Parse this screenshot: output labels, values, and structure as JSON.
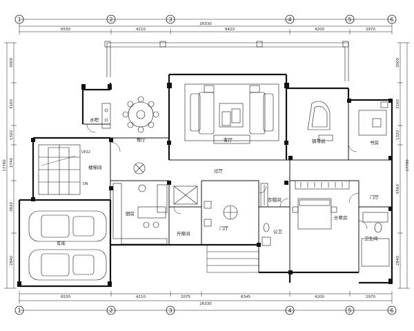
{
  "axes_top": [
    "1",
    "2",
    "3",
    "4",
    "5",
    "6"
  ],
  "axes_bottom": [
    "1",
    "2",
    "3",
    "4",
    "5",
    "6"
  ],
  "dims_top": {
    "total": "26330",
    "segments": [
      "6530",
      "4210",
      "8420",
      "4200",
      "2970"
    ]
  },
  "dims_bottom": {
    "total": "26330",
    "segments": [
      "6530",
      "4210",
      "2075",
      "6345",
      "4200",
      "2970"
    ]
  },
  "dims_left": {
    "upper": "3000",
    "mid_a": "3160",
    "mid_b": "1320",
    "mid_c": "2740",
    "lower_a": "3820",
    "lower_b": "2840",
    "overall": "17780"
  },
  "dims_right": {
    "upper": "3000",
    "mid_a": "3160",
    "mid_b": "1320",
    "lower_a": "6560",
    "lower_b": "2840",
    "overall": "17780"
  },
  "rooms": {
    "water_bar": "水吧",
    "dining": "餐厅",
    "living": "客厅",
    "piano": "钢琴房",
    "study": "书房",
    "stair": "楼梯间",
    "corridor": "过厅",
    "kitchen": "厨房",
    "garage": "车库",
    "foyer": "门厅",
    "coat_room": "衣帽间",
    "public_wc": "公卫",
    "elder_room": "长辈房",
    "entry_hall": "门厅",
    "bathroom": "卫生间",
    "dumbwaiter": "升降间"
  },
  "stair_labels": {
    "up": "UP22",
    "down": "DN"
  }
}
